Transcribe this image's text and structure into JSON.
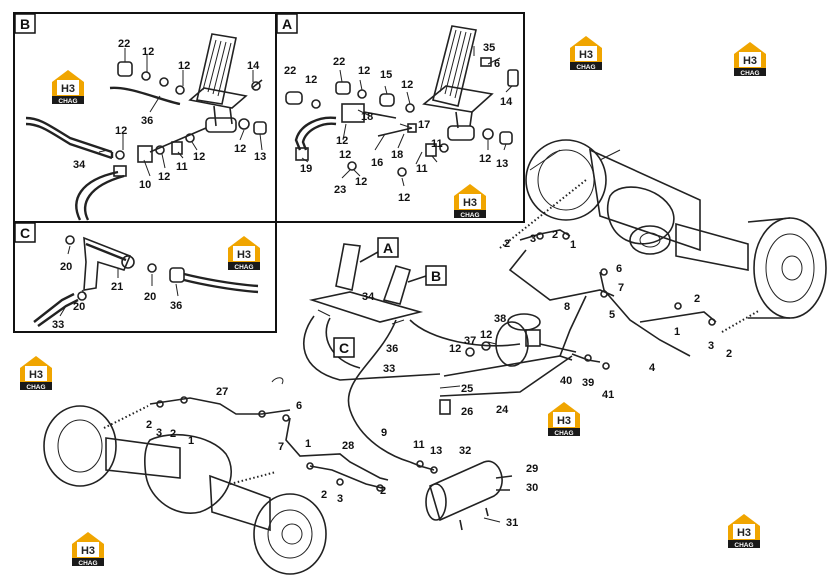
{
  "panels": [
    {
      "letter": "B"
    },
    {
      "letter": "A"
    },
    {
      "letter": "C"
    }
  ],
  "callouts": [
    {
      "letter": "A"
    },
    {
      "letter": "B"
    },
    {
      "letter": "C"
    }
  ],
  "logo": {
    "mark": "H3",
    "text": "CHAG"
  },
  "part_numbers": {
    "b": [
      "22",
      "12",
      "12",
      "14",
      "36",
      "12",
      "34",
      "10",
      "12",
      "11",
      "12",
      "12",
      "13"
    ],
    "a": [
      "35",
      "6",
      "22",
      "12",
      "22",
      "12",
      "15",
      "12",
      "14",
      "18",
      "12",
      "17",
      "18",
      "16",
      "19",
      "12",
      "23",
      "12",
      "11",
      "11",
      "12",
      "12",
      "13"
    ],
    "c": [
      "20",
      "21",
      "20",
      "36",
      "20",
      "33"
    ],
    "main": [
      "2",
      "3",
      "2",
      "1",
      "6",
      "7",
      "8",
      "5",
      "1",
      "2",
      "3",
      "2",
      "4",
      "34",
      "36",
      "12",
      "37",
      "12",
      "38",
      "33",
      "25",
      "24",
      "26",
      "40",
      "39",
      "41",
      "27",
      "2",
      "3",
      "2",
      "1",
      "6",
      "7",
      "9",
      "11",
      "13",
      "32",
      "1",
      "28",
      "2",
      "3",
      "2",
      "29",
      "30",
      "31"
    ]
  }
}
